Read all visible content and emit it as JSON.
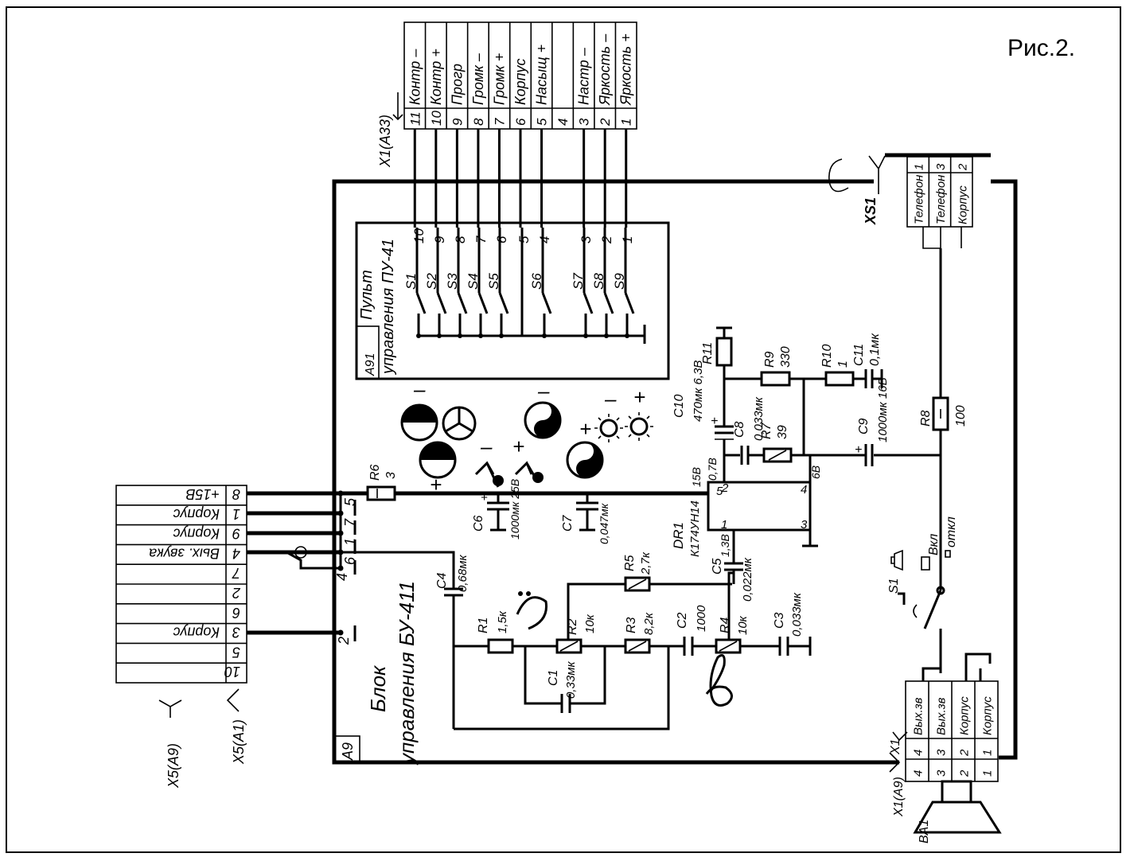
{
  "figure_label": "Рис.2.",
  "a9": {
    "tag": "A9",
    "title_line1": "Блок",
    "title_line2": "управления БУ-411"
  },
  "a91": {
    "tag": "A91",
    "title_line1": "Пульт",
    "title_line2": "управления ПУ-41"
  },
  "x1_a33": {
    "ref": "X1(A33)",
    "pins": [
      {
        "num": "11",
        "label": "Контр  –"
      },
      {
        "num": "10",
        "label": "Контр  +"
      },
      {
        "num": "9",
        "label": "Прогр"
      },
      {
        "num": "8",
        "label": "Громк  –"
      },
      {
        "num": "7",
        "label": "Громк  +"
      },
      {
        "num": "6",
        "label": "Корпус"
      },
      {
        "num": "5",
        "label": "Насыщ +"
      },
      {
        "num": "4",
        "label": ""
      },
      {
        "num": "3",
        "label": "Настр  –"
      },
      {
        "num": "2",
        "label": "Яркость  –"
      },
      {
        "num": "1",
        "label": "Яркость +"
      }
    ]
  },
  "pu41": {
    "pin_numbers": [
      "10",
      "9",
      "8",
      "7",
      "6",
      "5",
      "4",
      "3",
      "2",
      "1"
    ],
    "switches": [
      "S1",
      "S2",
      "S3",
      "S4",
      "S5",
      "S6",
      "S7",
      "S8",
      "S9"
    ]
  },
  "xs1": {
    "ref": "XS1",
    "pins": [
      {
        "num": "1",
        "label": "Телефон"
      },
      {
        "num": "3",
        "label": "Телефон"
      },
      {
        "num": "2",
        "label": "Корпус"
      }
    ]
  },
  "x5": {
    "ref_a9": "X5(A9)",
    "ref_a1": "X5(A1)",
    "rows": [
      {
        "num": "8",
        "label": "+15В"
      },
      {
        "num": "1",
        "label": "Корпус"
      },
      {
        "num": "9",
        "label": "Корпус"
      },
      {
        "num": "4",
        "label": "Вых. звука"
      },
      {
        "num": "7",
        "label": ""
      },
      {
        "num": "2",
        "label": ""
      },
      {
        "num": "6",
        "label": ""
      },
      {
        "num": "3",
        "label": "Корпус"
      },
      {
        "num": "5",
        "label": ""
      },
      {
        "num": "10",
        "label": ""
      }
    ],
    "block_pins": [
      "5",
      "7",
      "1",
      "6",
      "4",
      "2"
    ]
  },
  "x1": {
    "ref": "X1",
    "ref_a9": "X1(A9)",
    "pins": [
      {
        "num": "4",
        "label": "Вых.зв"
      },
      {
        "num": "3",
        "label": "Вых.зв"
      },
      {
        "num": "2",
        "label": "Корпус"
      },
      {
        "num": "1",
        "label": "Корпус"
      }
    ]
  },
  "speaker": {
    "ref": "BA1"
  },
  "switch_s1": {
    "ref": "S1",
    "on": "Вкл",
    "off": "откл"
  },
  "dr1": {
    "ref": "DR1",
    "type": "К174УН14",
    "pins": [
      "5",
      "2",
      "4",
      "1",
      "3"
    ],
    "voltages": {
      "p5": "15В",
      "p2": "0,7В",
      "p4": "6В",
      "p1": "1,3В"
    }
  },
  "components": {
    "R1": {
      "name": "R1",
      "value": "1,5к"
    },
    "R2": {
      "name": "R2",
      "value": "10к"
    },
    "R3": {
      "name": "R3",
      "value": "8,2к"
    },
    "R4": {
      "name": "R4",
      "value": "10к"
    },
    "R5": {
      "name": "R5",
      "value": "2,7к"
    },
    "R6": {
      "name": "R6",
      "value": "3"
    },
    "R7": {
      "name": "R7",
      "value": "39"
    },
    "R8": {
      "name": "R8",
      "value": "100"
    },
    "R9": {
      "name": "R9",
      "value": "330"
    },
    "R10": {
      "name": "R10",
      "value": "1"
    },
    "R11": {
      "name": "R11",
      "value": ""
    },
    "C1": {
      "name": "C1",
      "value": "0,33мк"
    },
    "C2": {
      "name": "C2",
      "value": "1000"
    },
    "C3": {
      "name": "C3",
      "value": "0,033мк"
    },
    "C4": {
      "name": "C4",
      "value": "0,68мк"
    },
    "C5": {
      "name": "C5",
      "value": "0,022мк"
    },
    "C6": {
      "name": "C6",
      "value": "1000мк 25В"
    },
    "C7": {
      "name": "C7",
      "value": "0,047мк"
    },
    "C8": {
      "name": "C8",
      "value": "0,033мк"
    },
    "C9": {
      "name": "C9",
      "value": "1000мк 16В"
    },
    "C10": {
      "name": "C10",
      "value": "470мк 6,3В"
    },
    "C11": {
      "name": "C11",
      "value": "0,1мк"
    }
  },
  "control_symbols": [
    "–",
    "+",
    "–",
    "+",
    "–",
    "+",
    "–",
    "+"
  ]
}
